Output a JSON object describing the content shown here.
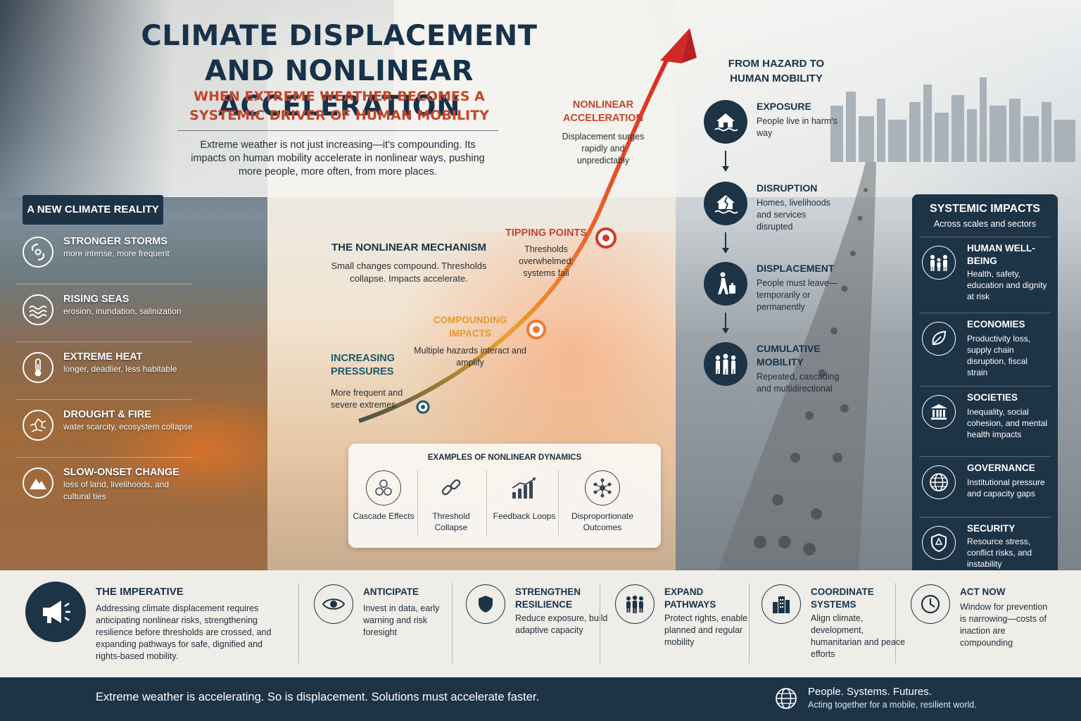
{
  "header": {
    "title": "CLIMATE DISPLACEMENT AND NONLINEAR ACCELERATION",
    "subtitle": "WHEN EXTREME WEATHER BECOMES A SYSTEMIC DRIVER OF HUMAN MOBILITY",
    "intro": "Extreme weather is not just increasing—it's compounding. Its impacts on human mobility accelerate in nonlinear ways, pushing more people, more often, from more places."
  },
  "reality": {
    "tag": "A NEW CLIMATE REALITY",
    "items": [
      {
        "title": "STRONGER STORMS",
        "desc": "more intense, more frequent",
        "icon": "hurricane-icon"
      },
      {
        "title": "RISING SEAS",
        "desc": "erosion, inundation, salinization",
        "icon": "waves-icon"
      },
      {
        "title": "EXTREME HEAT",
        "desc": "longer, deadlier, less habitable",
        "icon": "thermometer-icon"
      },
      {
        "title": "DROUGHT & FIRE",
        "desc": "water scarcity, ecosystem collapse",
        "icon": "cracked-earth-icon"
      },
      {
        "title": "SLOW-ONSET CHANGE",
        "desc": "loss of land, livelihoods, and cultural ties",
        "icon": "mountain-icon"
      }
    ]
  },
  "mechanism": {
    "title": "THE NONLINEAR MECHANISM",
    "desc": "Small changes compound. Thresholds collapse. Impacts accelerate."
  },
  "curve": {
    "stages": [
      {
        "title": "INCREASING PRESSURES",
        "desc": "More frequent and severe extremes"
      },
      {
        "title": "COMPOUNDING IMPACTS",
        "desc": "Multiple hazards interact and amplify"
      },
      {
        "title": "TIPPING POINTS",
        "desc": "Thresholds overwhelmed; systems fail"
      },
      {
        "title": "NONLINEAR ACCELERATION",
        "desc": "Displacement surges rapidly and unpredictably"
      }
    ]
  },
  "examples": {
    "title": "EXAMPLES OF NONLINEAR DYNAMICS",
    "items": [
      {
        "label": "Cascade Effects",
        "icon": "cascade-icon"
      },
      {
        "label": "Threshold Collapse",
        "icon": "broken-chain-icon"
      },
      {
        "label": "Feedback Loops",
        "icon": "rising-bars-icon"
      },
      {
        "label": "Disproportionate Outcomes",
        "icon": "network-icon"
      }
    ]
  },
  "hazard": {
    "title": "FROM HAZARD TO HUMAN MOBILITY",
    "steps": [
      {
        "title": "EXPOSURE",
        "desc": "People live in harm's way",
        "icon": "flooded-house-icon"
      },
      {
        "title": "DISRUPTION",
        "desc": "Homes, livelihoods and services disrupted",
        "icon": "damaged-house-icon"
      },
      {
        "title": "DISPLACEMENT",
        "desc": "People must leave—temporarily or permanently",
        "icon": "person-luggage-icon"
      },
      {
        "title": "CUMULATIVE MOBILITY",
        "desc": "Repeated, cascading and multidirectional",
        "icon": "group-icon"
      }
    ]
  },
  "systemic": {
    "title": "SYSTEMIC IMPACTS",
    "subtitle": "Across scales and sectors",
    "items": [
      {
        "title": "HUMAN WELL-BEING",
        "desc": "Health, safety, education and dignity at risk",
        "icon": "family-icon"
      },
      {
        "title": "ECONOMIES",
        "desc": "Productivity loss, supply chain disruption, fiscal strain",
        "icon": "leaf-icon"
      },
      {
        "title": "SOCIETIES",
        "desc": "Inequality, social cohesion, and mental health impacts",
        "icon": "institution-icon"
      },
      {
        "title": "GOVERNANCE",
        "desc": "Institutional pressure and capacity gaps",
        "icon": "globe-icon"
      },
      {
        "title": "SECURITY",
        "desc": "Resource stress, conflict risks, and instability",
        "icon": "shield-icon"
      }
    ]
  },
  "imperative": {
    "title": "THE IMPERATIVE",
    "desc": "Addressing climate displacement requires anticipating nonlinear risks, strengthening resilience before thresholds are crossed, and expanding pathways for safe, dignified and rights-based mobility.",
    "icon": "megaphone-icon"
  },
  "actions": [
    {
      "title": "ANTICIPATE",
      "desc": "Invest in data, early warning and risk foresight",
      "icon": "eye-icon"
    },
    {
      "title": "STRENGTHEN RESILIENCE",
      "desc": "Reduce exposure, build adaptive capacity",
      "icon": "shield-icon"
    },
    {
      "title": "EXPAND PATHWAYS",
      "desc": "Protect rights, enable planned and regular mobility",
      "icon": "people-icon"
    },
    {
      "title": "COORDINATE SYSTEMS",
      "desc": "Align climate, development, humanitarian and peace efforts",
      "icon": "buildings-icon"
    },
    {
      "title": "ACT NOW",
      "desc": "Window for prevention is narrowing—costs of inaction are compounding",
      "icon": "clock-icon"
    }
  ],
  "footer": {
    "tagline": "Extreme weather is accelerating. So is displacement. Solutions must accelerate faster.",
    "headline": "People. Systems. Futures.",
    "sub": "Acting together for a mobile, resilient world.",
    "icon": "globe-icon"
  },
  "colors": {
    "navy": "#1d3346",
    "red": "#c4452a",
    "orange": "#e29a2a",
    "teal": "#1d5a6a"
  }
}
